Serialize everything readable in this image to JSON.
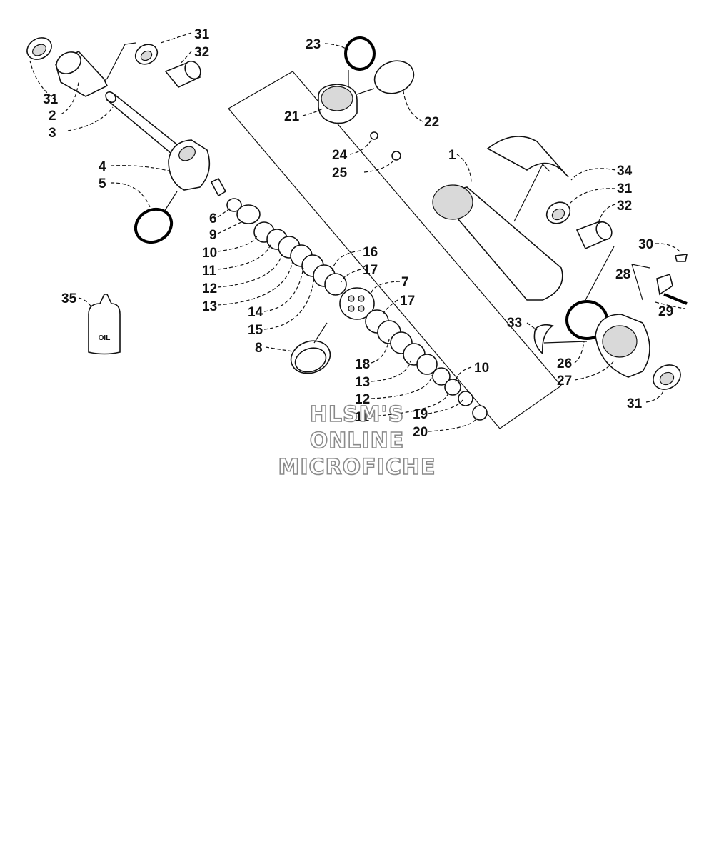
{
  "watermark": {
    "line1": "HLSM'S",
    "line2": "ONLINE",
    "line3": "MICROFICHE"
  },
  "oil_bottle_label": "OIL",
  "callouts": [
    "31",
    "2",
    "3",
    "31",
    "32",
    "4",
    "5",
    "6",
    "9",
    "10",
    "11",
    "12",
    "13",
    "14",
    "15",
    "16",
    "17",
    "7",
    "17",
    "8",
    "18",
    "13",
    "12",
    "11",
    "10",
    "19",
    "20",
    "23",
    "21",
    "22",
    "24",
    "25",
    "1",
    "34",
    "31",
    "32",
    "30",
    "28",
    "29",
    "33",
    "26",
    "27",
    "31",
    "35"
  ],
  "colors": {
    "ink": "#111111",
    "watermark_outline": "#8a8a8a"
  }
}
